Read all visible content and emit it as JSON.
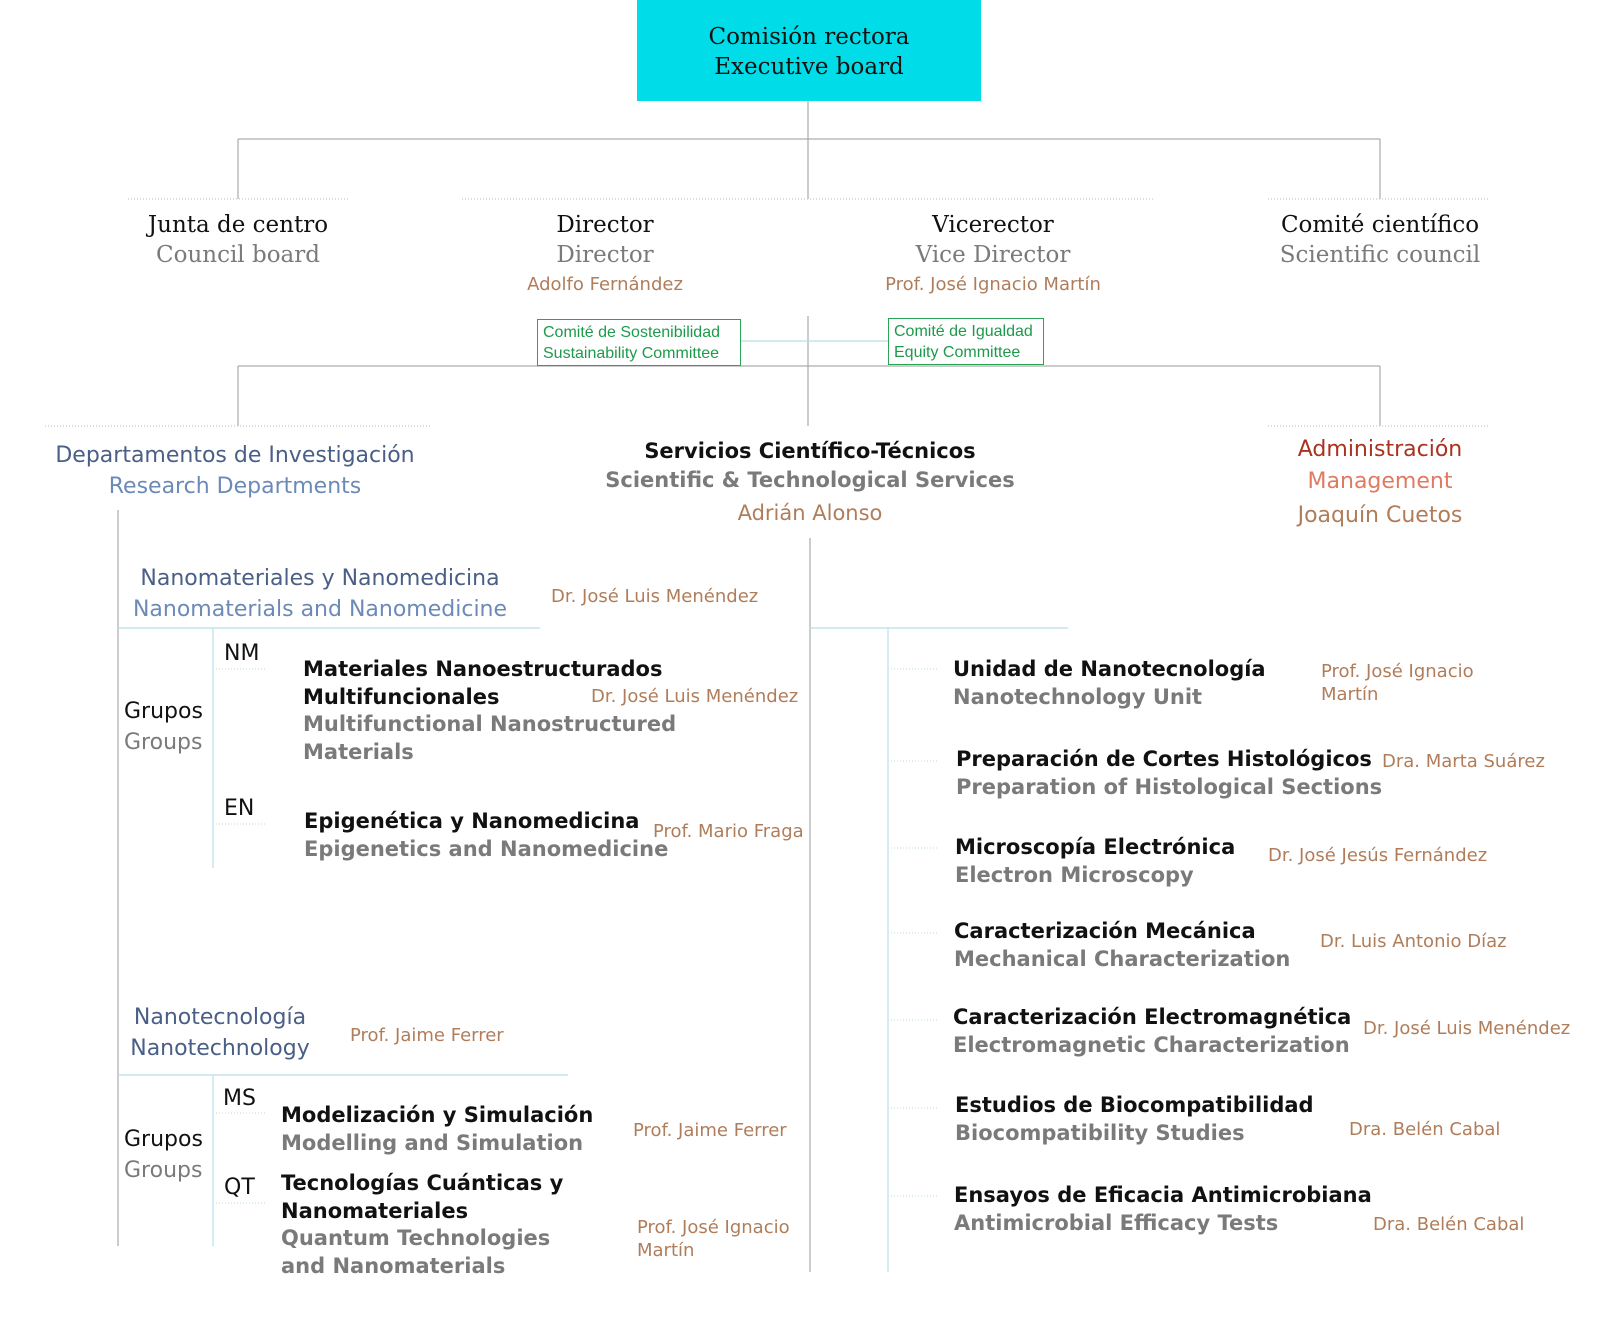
{
  "executive": {
    "es": "Comisión rectora",
    "en": "Executive board"
  },
  "tier2": [
    {
      "es": "Junta de centro",
      "en": "Council board"
    },
    {
      "es": "Director",
      "en": "Director",
      "person": "Adolfo Fernández"
    },
    {
      "es": "Vicerector",
      "en": "Vice Director",
      "person": "Prof. José Ignacio Martín"
    },
    {
      "es": "Comité científico",
      "en": "Scientific council"
    }
  ],
  "committees": [
    {
      "es": "Comité de Sostenibilidad",
      "en": "Sustainability Committee"
    },
    {
      "es": "Comité de Igualdad",
      "en": "Equity Committee"
    }
  ],
  "research": {
    "es": "Departamentos de Investigación",
    "en": "Research Departments",
    "depts": [
      {
        "es": "Nanomateriales y Nanomedicina",
        "en": "Nanomaterials and Nanomedicine",
        "head": "Dr. José Luis Menéndez",
        "groups_es": "Grupos",
        "groups_en": "Groups",
        "groups": [
          {
            "code": "NM",
            "es1": "Materiales Nanoestructurados",
            "es2": "Multifuncionales",
            "en1": "Multifunctional Nanostructured",
            "en2": "Materials",
            "head": "Dr. José Luis Menéndez"
          },
          {
            "code": "EN",
            "es1": "Epigenética y Nanomedicina",
            "en1": "Epigenetics and Nanomedicine",
            "head": "Prof. Mario Fraga"
          }
        ]
      },
      {
        "es": "Nanotecnología",
        "en": "Nanotechnology",
        "head": "Prof. Jaime Ferrer",
        "groups_es": "Grupos",
        "groups_en": "Groups",
        "groups": [
          {
            "code": "MS",
            "es1": "Modelización y Simulación",
            "en1": "Modelling and Simulation",
            "head": "Prof. Jaime Ferrer"
          },
          {
            "code": "QT",
            "es1": "Tecnologías Cuánticas y",
            "es2": "Nanomateriales",
            "en1": "Quantum Technologies",
            "en2": "and Nanomaterials",
            "head1": "Prof. José Ignacio",
            "head2": "Martín"
          }
        ]
      }
    ]
  },
  "services": {
    "es": "Servicios Científico-Técnicos",
    "en": "Scientific & Technological Services",
    "head": "Adrián Alonso",
    "units": [
      {
        "es": "Unidad de Nanotecnología",
        "en": "Nanotechnology Unit",
        "head1": "Prof. José Ignacio",
        "head2": "Martín"
      },
      {
        "es": "Preparación de Cortes Histológicos",
        "en": "Preparation of Histological Sections",
        "head1": "Dra. Marta Suárez"
      },
      {
        "es": "Microscopía Electrónica",
        "en": "Electron Microscopy",
        "head1": "Dr. José Jesús Fernández"
      },
      {
        "es": "Caracterización Mecánica",
        "en": "Mechanical Characterization",
        "head1": "Dr. Luis Antonio Díaz"
      },
      {
        "es": "Caracterización Electromagnética",
        "en": "Electromagnetic Characterization",
        "head1": "Dr. José Luis Menéndez"
      },
      {
        "es": "Estudios de Biocompatibilidad",
        "en": "Biocompatibility Studies",
        "head1": "Dra. Belén Cabal"
      },
      {
        "es": "Ensayos de Eficacia Antimicrobiana",
        "en": "Antimicrobial Efficacy Tests",
        "head1": "Dra. Belén Cabal"
      }
    ]
  },
  "management": {
    "es": "Administración",
    "en": "Management",
    "head": "Joaquín Cuetos"
  },
  "colors": {
    "executive_box": "#00dde8",
    "committee_green": "#1d9a4b",
    "person_brown": "#b07d5a",
    "dept_dark_blue": "#4a5f86",
    "dept_light_blue": "#6c8ab8",
    "management_red": "#a8331f",
    "management_light": "#e07a62",
    "line_gray": "#9a9a9a",
    "line_blue": "#b9dfe8"
  }
}
